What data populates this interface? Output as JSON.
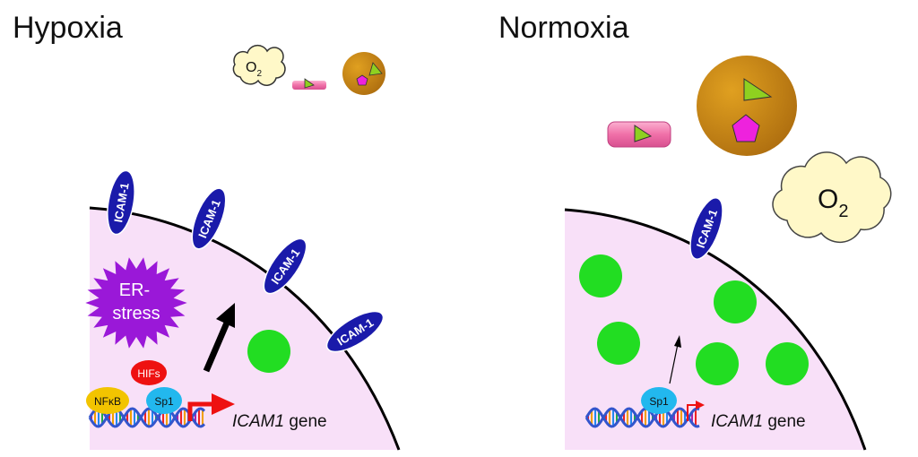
{
  "panels": {
    "hypoxia": {
      "title": "Hypoxia",
      "icam_label": "ICAM-1",
      "stress_line1": "ER-",
      "stress_line2": "stress",
      "tf_hifs": "HIFs",
      "tf_nfkb": "NFκB",
      "tf_sp1": "Sp1",
      "gene_italic": "ICAM1",
      "gene_word": " gene",
      "o2_main": "O",
      "o2_sub": "2"
    },
    "normoxia": {
      "title": "Normoxia",
      "icam_label": "ICAM-1",
      "tf_sp1": "Sp1",
      "gene_italic": "ICAM1",
      "gene_word": " gene",
      "o2_main": "O",
      "o2_sub": "2"
    }
  },
  "colors": {
    "cell": "#f8e0f8",
    "membrane": "#000000",
    "icam": "#1a1aaa",
    "granule": "#22dd22",
    "stress": "#9a18d8",
    "hif": "#ee1111",
    "nfkb": "#f2c400",
    "sp1": "#22b8ee",
    "promoter_arrow": "#ee1111",
    "cloud": "#fff8c8",
    "body_orange": "#c88a18",
    "pink_tube": "#f070a8",
    "triangle": "#8fd020",
    "pentagon": "#ee22dd"
  },
  "icons": [
    "cloud-icon",
    "dna-helix-icon",
    "stress-burst-icon",
    "tube-icon",
    "triangle-icon",
    "pentagon-icon"
  ]
}
